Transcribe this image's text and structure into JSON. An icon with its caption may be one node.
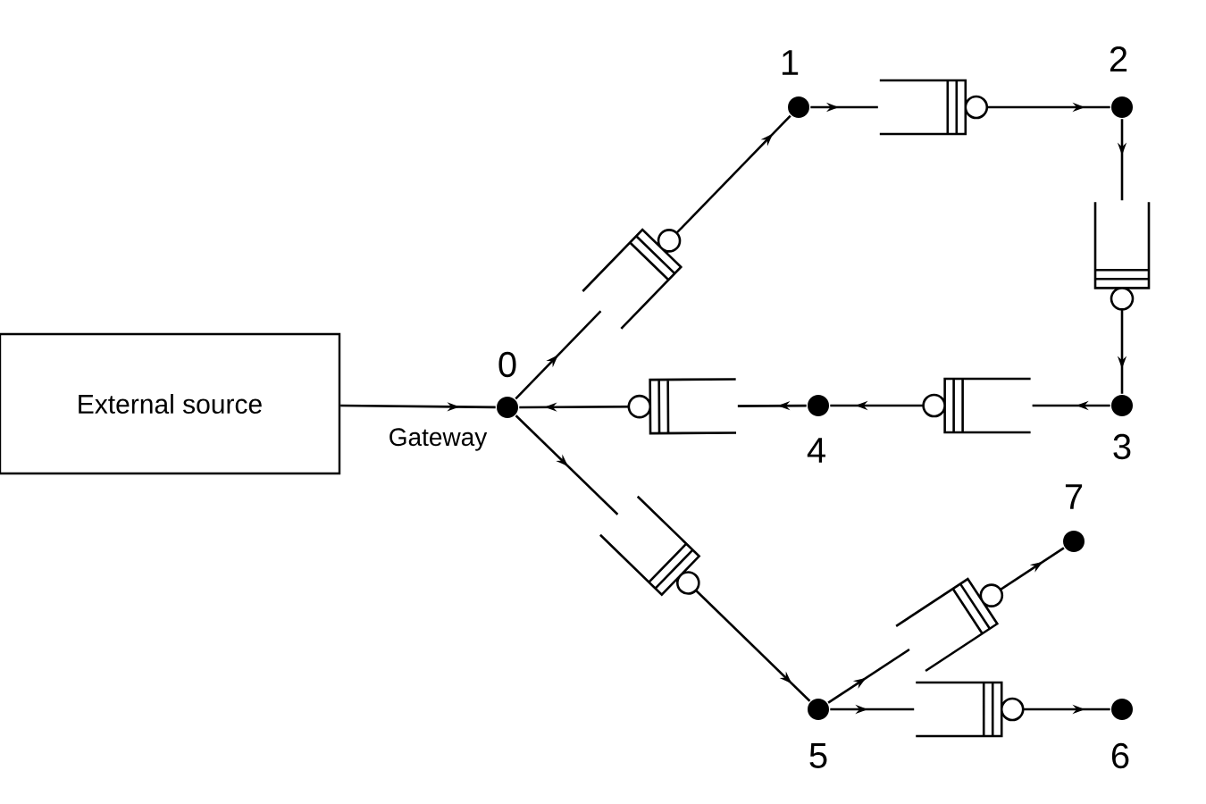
{
  "diagram": {
    "nodes": [
      {
        "text": [
          "External source"
        ]
      },
      {
        "text": [],
        "shape": "circle",
        "beside": [
          "0",
          "Gateway"
        ]
      },
      {
        "text": [],
        "shape": "circle",
        "beside": [
          "1"
        ]
      },
      {
        "text": [],
        "shape": "circle",
        "beside": [
          "2"
        ]
      },
      {
        "text": [],
        "shape": "circle",
        "beside": [
          "3"
        ]
      },
      {
        "text": [],
        "shape": "circle",
        "beside": [
          "4"
        ]
      },
      {
        "text": [],
        "shape": "circle",
        "beside": [
          "5"
        ]
      },
      {
        "text": [],
        "shape": "circle",
        "beside": [
          "6"
        ]
      },
      {
        "text": [],
        "shape": "circle",
        "beside": [
          "7"
        ]
      }
    ],
    "edges": [
      {
        "from": 0,
        "to": 1,
        "arrow": "to"
      },
      {
        "from": 1,
        "to": 2,
        "arrow": "to"
      },
      {
        "from": 2,
        "to": 3,
        "arrow": "to"
      },
      {
        "from": 3,
        "to": 4,
        "arrow": "to"
      },
      {
        "from": 4,
        "to": 5,
        "arrow": "to"
      },
      {
        "from": 5,
        "to": 1,
        "arrow": "to"
      },
      {
        "from": 1,
        "to": 6,
        "arrow": "to"
      },
      {
        "from": 6,
        "to": 8,
        "arrow": "to"
      },
      {
        "from": 6,
        "to": 7,
        "arrow": "to"
      }
    ]
  }
}
